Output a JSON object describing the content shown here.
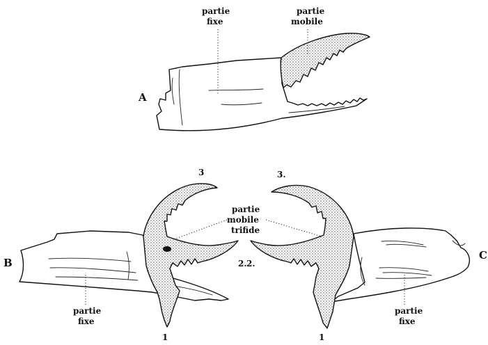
{
  "figures": {
    "A": {
      "letter": "A",
      "fixed_label": [
        "partie",
        "fixe"
      ],
      "mobile_label": [
        "partie",
        "mobile"
      ]
    },
    "B": {
      "letter": "B",
      "fixed_label": [
        "partie",
        "fixe"
      ],
      "claw_numbers": {
        "top": "3",
        "middle": "2.",
        "bottom": "1"
      }
    },
    "C": {
      "letter": "C",
      "fixed_label": [
        "partie",
        "fixe"
      ],
      "claw_numbers": {
        "top": "3.",
        "middle": "2.",
        "bottom": "1"
      }
    },
    "shared_label": [
      "partie",
      "mobile",
      "trifide"
    ]
  },
  "colors": {
    "ink": "#111111",
    "paper": "#ffffff",
    "stipple": "#555555"
  }
}
